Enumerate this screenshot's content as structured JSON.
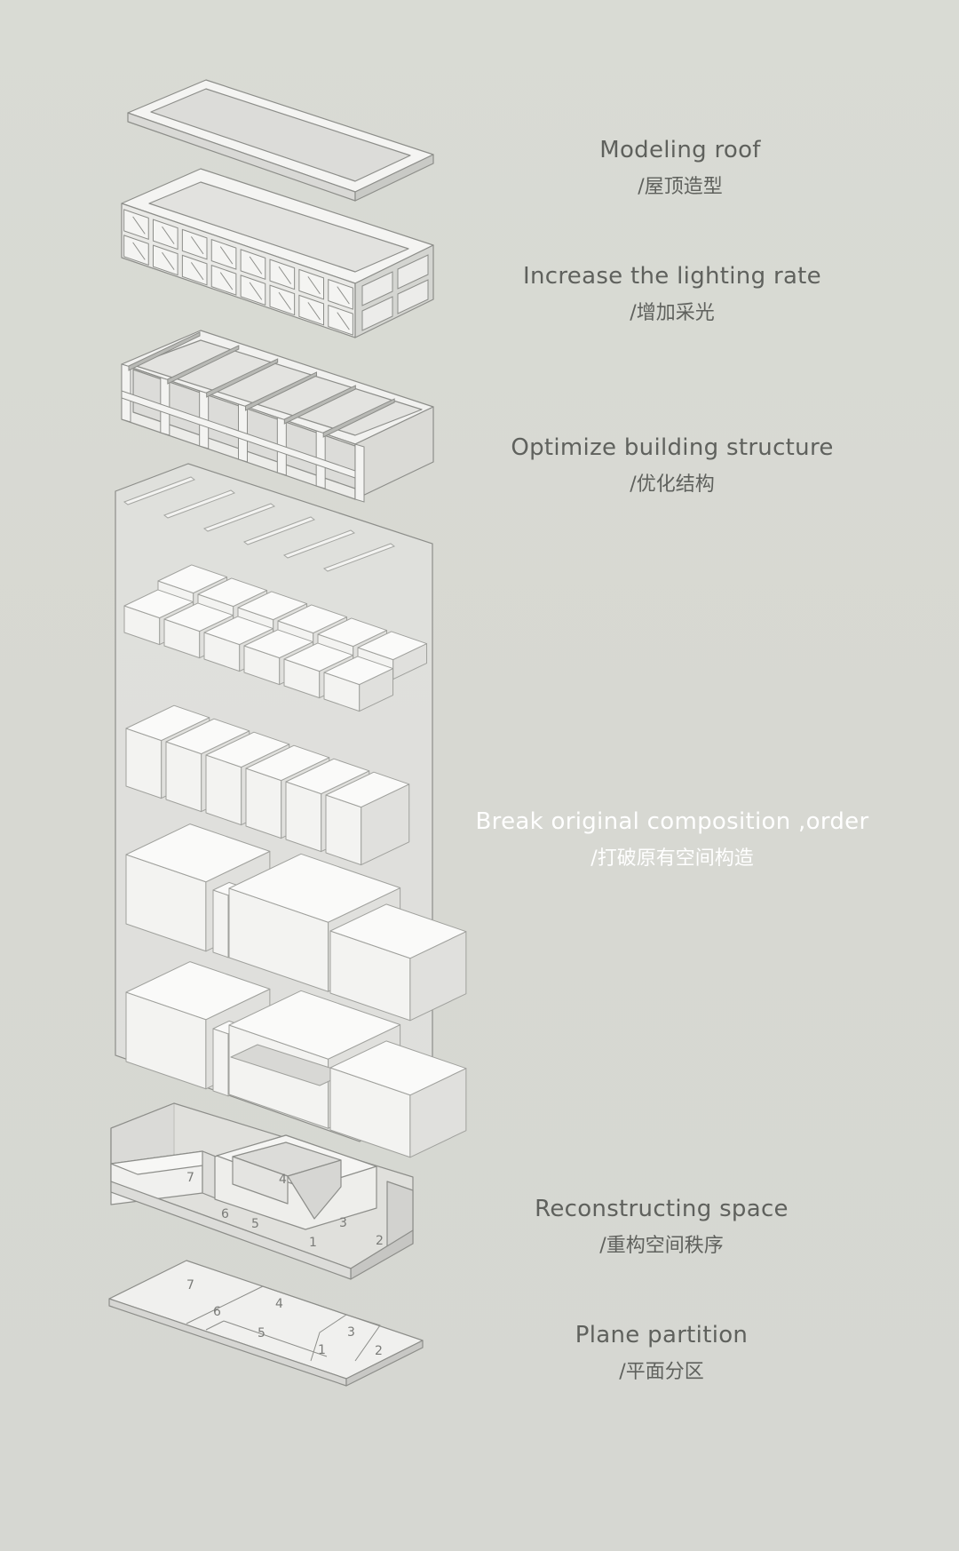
{
  "captions": [
    {
      "en": "Modeling roof",
      "zh": "/屋顶造型"
    },
    {
      "en": "Increase the lighting rate",
      "zh": "/增加采光"
    },
    {
      "en": "Optimize building structure",
      "zh": "/优化结构"
    },
    {
      "en": "Break original composition ,order",
      "zh": "/打破原有空间构造"
    },
    {
      "en": "Reconstructing space",
      "zh": "/重构空间秩序"
    },
    {
      "en": "Plane partition",
      "zh": "/平面分区"
    }
  ],
  "zone_labels": [
    "1",
    "2",
    "3",
    "4",
    "5",
    "6",
    "7"
  ],
  "colors": {
    "background": "#d8d9d3",
    "block_fill": "#f1f1ef",
    "edge": "#8d8e8a",
    "caption_dark": "#5f615d",
    "caption_light": "#ffffff"
  }
}
